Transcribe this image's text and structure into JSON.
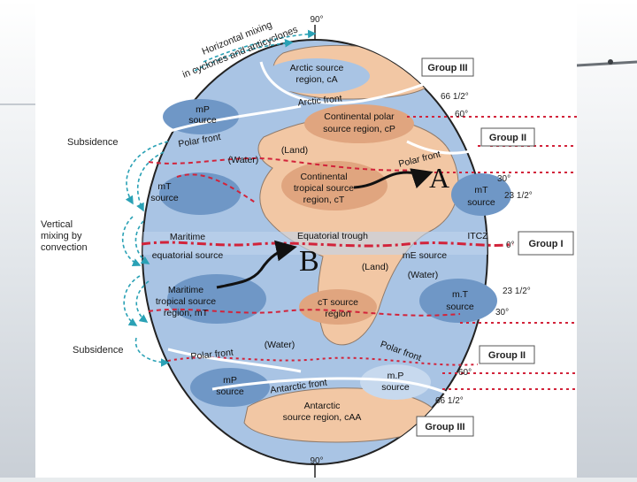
{
  "latitudes": {
    "north_pole": "90°",
    "south_pole": "90°",
    "n66": "66 1/2°",
    "n60": "60°",
    "n30": "30°",
    "n23": "23 1/2°",
    "equator": "0°",
    "s23": "23 1/2°",
    "s30": "30°",
    "s60": "60°",
    "s66": "66 1/2°"
  },
  "groups": {
    "g3_top": "Group III",
    "g2_top": "Group II",
    "g1": "Group I",
    "g2_bottom": "Group II",
    "g3_bottom": "Group III"
  },
  "mixing": {
    "horizontal_line1": "Horizontal mixing",
    "horizontal_line2": "in cyclones and anticyclones",
    "subsidence_top": "Subsidence",
    "vertical_line1": "Vertical",
    "vertical_line2": "mixing by",
    "vertical_line3": "convection",
    "subsidence_bottom": "Subsidence"
  },
  "regions": {
    "arctic_line1": "Arctic source",
    "arctic_line2": "region, cA",
    "arctic_front": "Arctic front",
    "mp_nw_line1": "mP",
    "mp_nw_line2": "source",
    "cp_line1": "Continental polar",
    "cp_line2": "source region, cP",
    "polar_front_nw": "Polar front",
    "land_n": "(Land)",
    "water_n": "(Water)",
    "polar_front_ne": "Polar front",
    "ct_n_line1": "Continental",
    "ct_n_line2": "tropical source",
    "ct_n_line3": "region, cT",
    "mt_nw_line1": "mT",
    "mt_nw_line2": "source",
    "mt_ne_line1": "mT",
    "mt_ne_line2": "source",
    "maritime": "Maritime",
    "equatorial_trough": "Equatorial trough",
    "itcz": "ITCZ",
    "equatorial_source": "equatorial source",
    "me_source": "mE source",
    "land_s": "(Land)",
    "water_s1": "(Water)",
    "mt_sw_line1": "Maritime",
    "mt_sw_line2": "tropical source",
    "mt_sw_line3": "region, mT",
    "ct_s_line1": "cT source",
    "ct_s_line2": "region",
    "mt_se_line1": "m.T",
    "mt_se_line2": "source",
    "water_s2": "(Water)",
    "polar_front_sw": "Polar front",
    "polar_front_se": "Polar front",
    "mp_sw_line1": "mP",
    "mp_sw_line2": "source",
    "antarctic_front": "Antarctic front",
    "mp_se_line1": "m.P",
    "mp_se_line2": "source",
    "antarctic_line1": "Antarctic",
    "antarctic_line2": "source region, cAA"
  },
  "markers": {
    "a": "A",
    "b": "B"
  },
  "colors": {
    "ocean": "#a9c4e4",
    "land": "#f2c7a4",
    "source_dark": "#6f97c6",
    "source_land": "#e0a57f",
    "front_red": "#d2233a",
    "arrows_teal": "#2aa1b5"
  }
}
